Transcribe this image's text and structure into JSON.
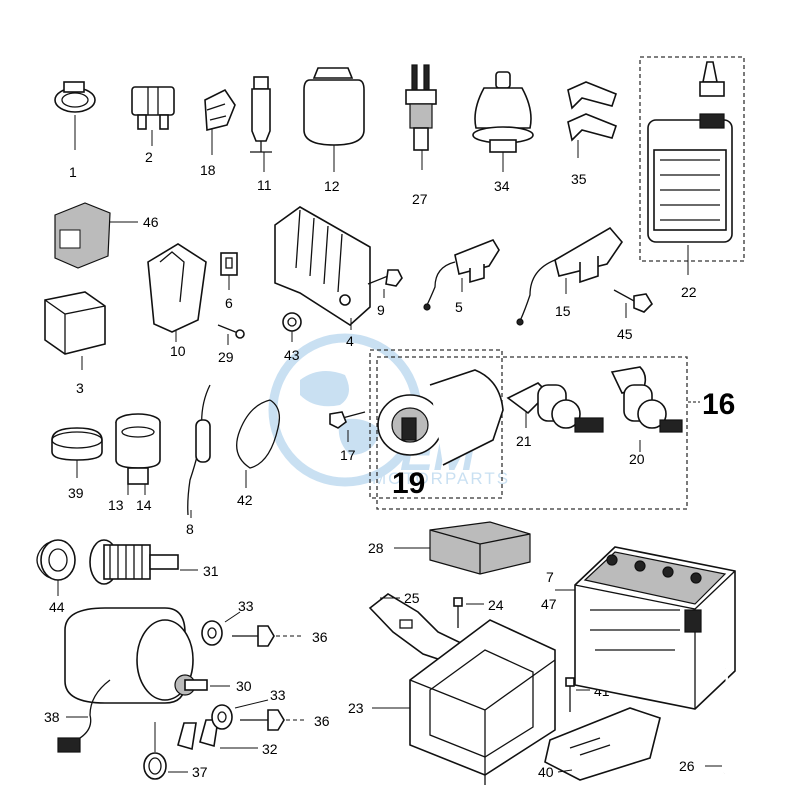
{
  "watermark": {
    "brand": "EM",
    "sub_text": "MOTORPARTS"
  },
  "groups": {
    "kit_16": "16",
    "lock_19": "19"
  },
  "callouts": {
    "p1": "1",
    "p2": "2",
    "p18": "18",
    "p11": "11",
    "p12": "12",
    "p27": "27",
    "p34": "34",
    "p35": "35",
    "p22": "22",
    "p46": "46",
    "p6": "6",
    "p10": "10",
    "p29": "29",
    "p43": "43",
    "p4": "4",
    "p9": "9",
    "p5": "5",
    "p15": "15",
    "p45": "45",
    "p3": "3",
    "p17": "17",
    "p21": "21",
    "p20": "20",
    "p39": "39",
    "p13": "13",
    "p14": "14",
    "p8": "8",
    "p42": "42",
    "p44": "44",
    "p31": "31",
    "p28": "28",
    "p7": "7",
    "p47": "47",
    "p25": "25",
    "p24": "24",
    "p33a": "33",
    "p36a": "36",
    "p30": "30",
    "p33b": "33",
    "p36b": "36",
    "p38": "38",
    "p32": "32",
    "p37": "37",
    "p41": "41",
    "p23": "23",
    "p40": "40",
    "p26": "26"
  },
  "colors": {
    "ink": "#111111",
    "watermark": "#b8d6ee",
    "background": "#ffffff"
  }
}
